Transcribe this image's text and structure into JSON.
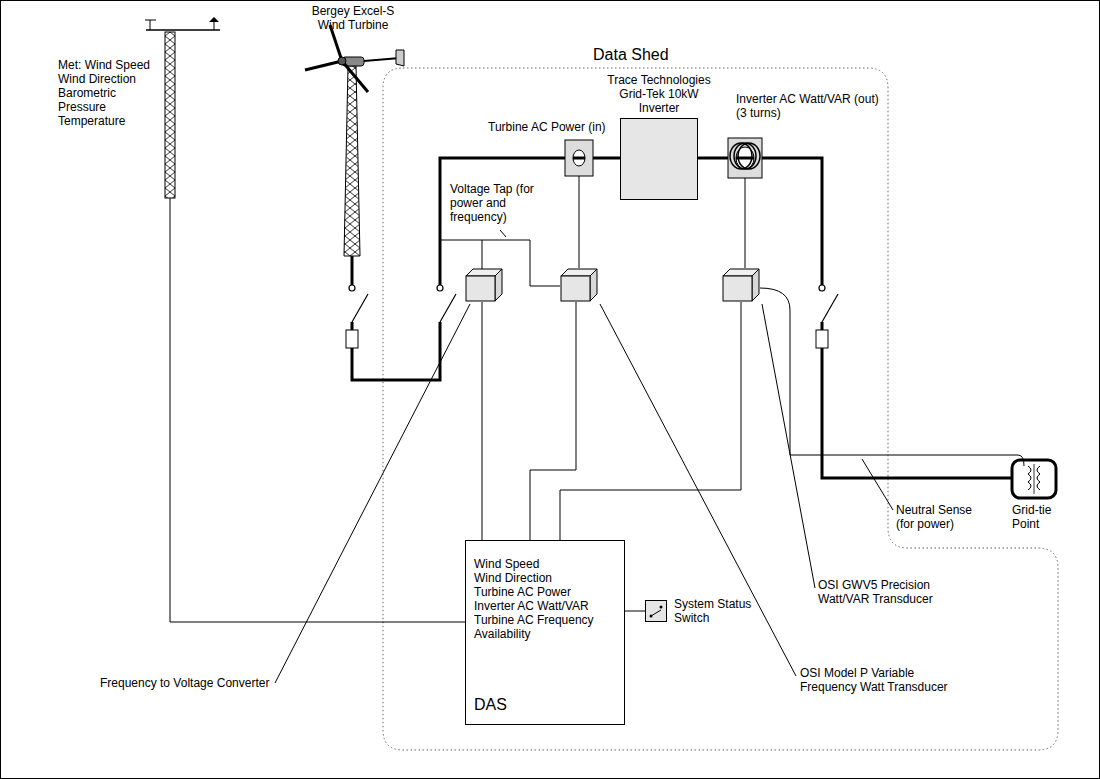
{
  "diagram": {
    "nodes": [
      {
        "text": [
          "Data Shed"
        ]
      },
      {
        "text": [
          "Trace Technologies Grid-Tek 10kW Inverter"
        ],
        "in": 0
      },
      {
        "text": [
          "Wind Speed",
          "Wind Direction",
          "Turbine AC Power",
          "Inverter AC Watt/VAR",
          "Turbine AC Frequency",
          "Availability",
          "DAS"
        ],
        "in": 0
      },
      {
        "text": [
          "System Status Switch"
        ],
        "in": 0
      }
    ],
    "edges": [
      {
        "from": 2,
        "to": 3,
        "arrow": "none"
      }
    ],
    "labels": [
      "Bergey Excel-S Wind Turbine",
      "Met: Wind Speed Wind Direction Barometric Pressure Temperature",
      "Turbine AC Power (in)",
      "Inverter AC Watt/VAR (out) (3 turns)",
      "Voltage Tap (for power and frequency)",
      "Grid-tie Point",
      "Neutral Sense (for power)",
      "OSI GWV5 Precision Watt/VAR Transducer",
      "OSI Model P Variable Frequency Watt Transducer",
      "Frequency to Voltage Converter"
    ]
  }
}
